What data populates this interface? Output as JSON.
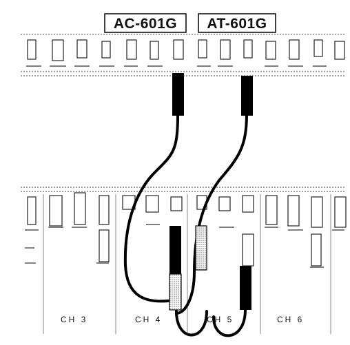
{
  "labels": {
    "module_left": "AC-601G",
    "module_right": "AT-601G"
  },
  "channels": [
    {
      "label": "CH 3"
    },
    {
      "label": "CH 4"
    },
    {
      "label": "CH 5"
    },
    {
      "label": "CH 6"
    }
  ],
  "colors": {
    "line": "#000000",
    "background": "#ffffff",
    "stipple": "#bdbdbd"
  }
}
